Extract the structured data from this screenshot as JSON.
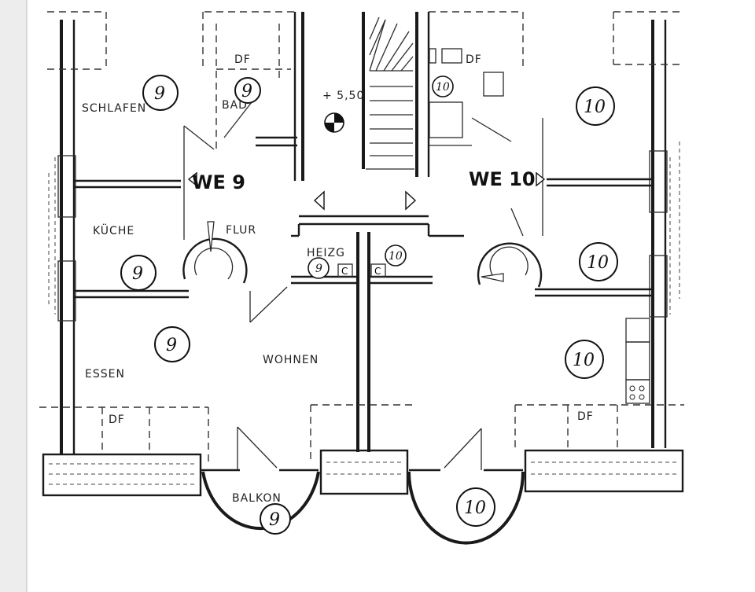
{
  "labels": {
    "schlafen": "SCHLAFEN",
    "bad": "BAD",
    "df_top_left": "DF",
    "df_top_right": "DF",
    "df_bottom_left": "DF",
    "df_bottom_right": "DF",
    "kueche": "KÜCHE",
    "flur": "FLUR",
    "heizg": "HEIZG",
    "essen": "ESSEN",
    "wohnen": "WOHNEN",
    "balkon": "BALKON",
    "level": "+ 5,50"
  },
  "units": {
    "we9": "WE 9",
    "we10": "WE 10"
  },
  "markers": {
    "schlafen_9": "9",
    "bad_9": "9",
    "kueche_9": "9",
    "heizg_9": "9",
    "essen_9": "9",
    "balkon_9": "9",
    "bad_10": "10",
    "room_top_right_10": "10",
    "heizg_10": "10",
    "room_mid_right_10": "10",
    "room_lower_right_10": "10",
    "balkon_10": "10"
  }
}
